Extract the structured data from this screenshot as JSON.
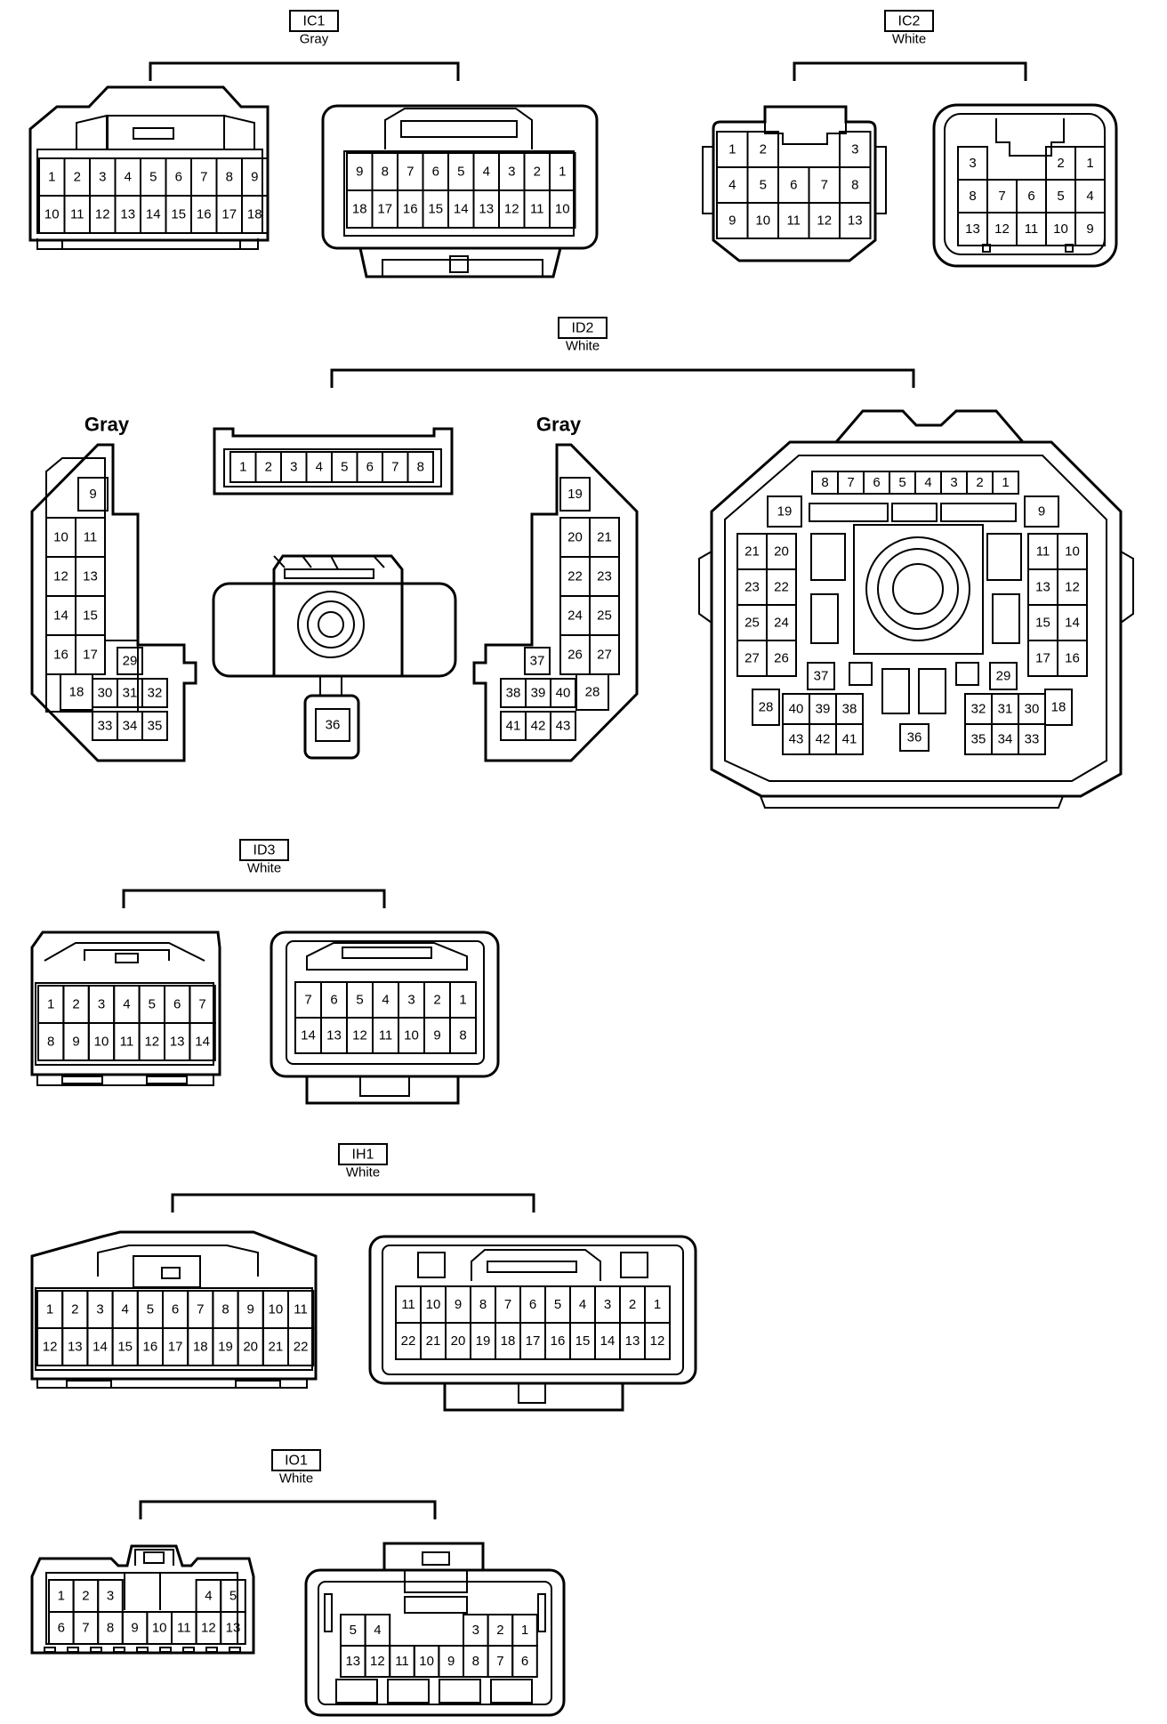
{
  "connectors": {
    "ic1": {
      "id": "IC1",
      "color": "Gray",
      "male_pins": [
        [
          "1",
          "2",
          "3",
          "4",
          "5",
          "6",
          "7",
          "8",
          "9"
        ],
        [
          "10",
          "11",
          "12",
          "13",
          "14",
          "15",
          "16",
          "17",
          "18"
        ]
      ],
      "female_pins": [
        [
          "9",
          "8",
          "7",
          "6",
          "5",
          "4",
          "3",
          "2",
          "1"
        ],
        [
          "18",
          "17",
          "16",
          "15",
          "14",
          "13",
          "12",
          "11",
          "10"
        ]
      ]
    },
    "ic2": {
      "id": "IC2",
      "color": "White",
      "male_pins": [
        [
          "1",
          "2",
          "",
          "",
          "3"
        ],
        [
          "4",
          "5",
          "6",
          "7",
          "8"
        ],
        [
          "9",
          "10",
          "11",
          "12",
          "13"
        ]
      ],
      "female_pins": [
        [
          "3",
          "",
          "",
          "2",
          "1"
        ],
        [
          "8",
          "7",
          "6",
          "5",
          "4"
        ],
        [
          "13",
          "12",
          "11",
          "10",
          "9"
        ]
      ]
    },
    "id2": {
      "id": "ID2",
      "color": "White",
      "gray_label": "Gray",
      "top_block_pins": [
        "1",
        "2",
        "3",
        "4",
        "5",
        "6",
        "7",
        "8"
      ],
      "left_block_pins": [
        "9",
        "10",
        "11",
        "12",
        "13",
        "14",
        "15",
        "16",
        "17",
        "18",
        "29",
        "30",
        "31",
        "32",
        "33",
        "34",
        "35"
      ],
      "center_pin": "36",
      "right_block_pins": [
        "19",
        "20",
        "21",
        "22",
        "23",
        "24",
        "25",
        "26",
        "27",
        "37",
        "38",
        "39",
        "40",
        "28",
        "41",
        "42",
        "43"
      ],
      "female_pins": [
        "8",
        "7",
        "6",
        "5",
        "4",
        "3",
        "2",
        "1",
        "19",
        "21",
        "20",
        "23",
        "22",
        "25",
        "24",
        "27",
        "26",
        "28",
        "37",
        "40",
        "39",
        "38",
        "43",
        "42",
        "41",
        "36",
        "9",
        "11",
        "10",
        "13",
        "12",
        "15",
        "14",
        "17",
        "16",
        "29",
        "32",
        "31",
        "30",
        "18",
        "35",
        "34",
        "33"
      ]
    },
    "id3": {
      "id": "ID3",
      "color": "White",
      "male_pins": [
        [
          "1",
          "2",
          "3",
          "4",
          "5",
          "6",
          "7"
        ],
        [
          "8",
          "9",
          "10",
          "11",
          "12",
          "13",
          "14"
        ]
      ],
      "female_pins": [
        [
          "7",
          "6",
          "5",
          "4",
          "3",
          "2",
          "1"
        ],
        [
          "14",
          "13",
          "12",
          "11",
          "10",
          "9",
          "8"
        ]
      ]
    },
    "ih1": {
      "id": "IH1",
      "color": "White",
      "male_pins": [
        [
          "1",
          "2",
          "3",
          "4",
          "5",
          "6",
          "7",
          "8",
          "9",
          "10",
          "11"
        ],
        [
          "12",
          "13",
          "14",
          "15",
          "16",
          "17",
          "18",
          "19",
          "20",
          "21",
          "22"
        ]
      ],
      "female_pins": [
        [
          "11",
          "10",
          "9",
          "8",
          "7",
          "6",
          "5",
          "4",
          "3",
          "2",
          "1"
        ],
        [
          "22",
          "21",
          "20",
          "19",
          "18",
          "17",
          "16",
          "15",
          "14",
          "13",
          "12"
        ]
      ]
    },
    "io1": {
      "id": "IO1",
      "color": "White",
      "male_pins": [
        [
          "1",
          "2",
          "3",
          "",
          "",
          "",
          "4",
          "5"
        ],
        [
          "6",
          "7",
          "8",
          "9",
          "10",
          "11",
          "12",
          "13"
        ]
      ],
      "female_pins": [
        [
          "5",
          "4",
          "",
          "",
          "",
          "3",
          "2",
          "1"
        ],
        [
          "13",
          "12",
          "11",
          "10",
          "9",
          "8",
          "7",
          "6"
        ]
      ]
    }
  }
}
